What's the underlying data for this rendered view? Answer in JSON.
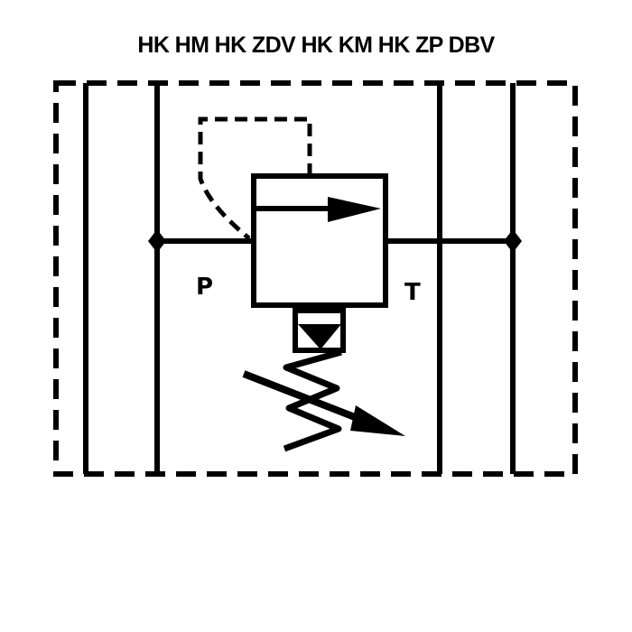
{
  "title": "HK HM HK ZDV HK KM HK ZP DBV",
  "ports": {
    "p": "P",
    "t": "T"
  },
  "colors": {
    "line": "#000000",
    "background": "#ffffff"
  }
}
